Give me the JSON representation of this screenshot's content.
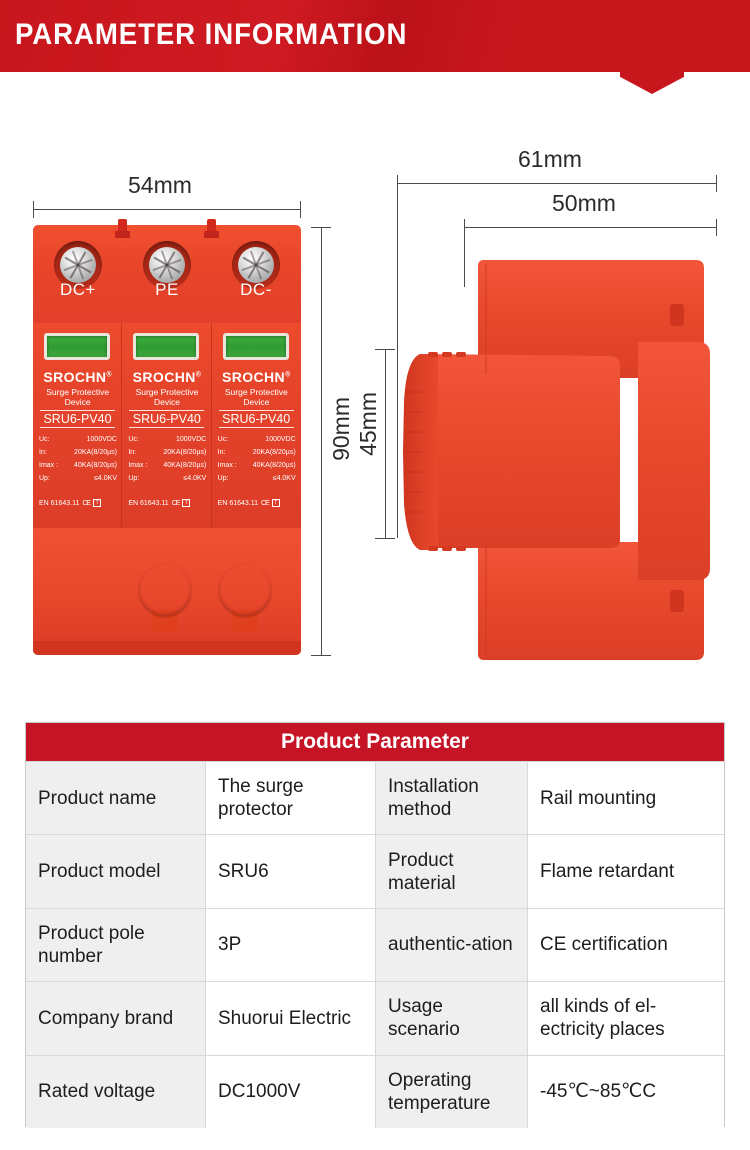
{
  "banner": {
    "title": "PARAMETER  INFORMATION",
    "color": "#c8161d"
  },
  "diagram": {
    "front_view": {
      "width_dim": "54mm",
      "height_dim": "90mm",
      "terminals": [
        {
          "label": "DC+"
        },
        {
          "label": "PE"
        },
        {
          "label": "DC-"
        }
      ],
      "poles": [
        {
          "brand": "SROCHN",
          "brand_mark": "®",
          "subtitle_line1": "Surge Protective",
          "subtitle_line2": "Device",
          "model": "SRU6-PV40",
          "specs": [
            {
              "key": "Uc:",
              "value": "1000VDC"
            },
            {
              "key": "In:",
              "value": "20KA(8/20µs)"
            },
            {
              "key": "Imax :",
              "value": "40KA(8/20µs)"
            },
            {
              "key": "Up:",
              "value": "≤4.0KV"
            }
          ],
          "standard": "EN 61643.11",
          "marks": [
            "CE",
            "TUV"
          ]
        },
        {
          "brand": "SROCHN",
          "brand_mark": "®",
          "subtitle_line1": "Surge Protective",
          "subtitle_line2": "Device",
          "model": "SRU6-PV40",
          "specs": [
            {
              "key": "Uc:",
              "value": "1000VDC"
            },
            {
              "key": "In:",
              "value": "20KA(8/20µs)"
            },
            {
              "key": "Imax :",
              "value": "40KA(8/20µs)"
            },
            {
              "key": "Up:",
              "value": "≤4.0KV"
            }
          ],
          "standard": "EN 61643.11",
          "marks": [
            "CE",
            "TUV"
          ]
        },
        {
          "brand": "SROCHN",
          "brand_mark": "®",
          "subtitle_line1": "Surge Protective",
          "subtitle_line2": "Device",
          "model": "SRU6-PV40",
          "specs": [
            {
              "key": "Uc:",
              "value": "1000VDC"
            },
            {
              "key": "In:",
              "value": "20KA(8/20µs)"
            },
            {
              "key": "Imax :",
              "value": "40KA(8/20µs)"
            },
            {
              "key": "Up:",
              "value": "≤4.0KV"
            }
          ],
          "standard": "EN 61643.11",
          "marks": [
            "CE",
            "TUV"
          ]
        }
      ]
    },
    "side_view": {
      "outer_width_dim": "61mm",
      "inner_width_dim": "50mm",
      "height_dim": "45mm"
    },
    "body_color": "#e8452a"
  },
  "table": {
    "title": "Product Parameter",
    "header_color": "#c41425",
    "rows": [
      {
        "label1": "Product name",
        "value1": "The surge protector",
        "label2": "Installation method",
        "value2": "Rail mounting"
      },
      {
        "label1": "Product model",
        "value1": "SRU6",
        "label2": "Product material",
        "value2": "Flame retardant"
      },
      {
        "label1": "Product pole number",
        "value1": "3P",
        "label2": "authentic-ation",
        "value2": "CE certification"
      },
      {
        "label1": "Company brand",
        "value1": "Shuorui Electric",
        "label2": "Usage scenario",
        "value2": "all kinds of el-ectricity places"
      },
      {
        "label1": "Rated voltage",
        "value1": "DC1000V",
        "label2": "Operating temperature",
        "value2": "-45℃~85℃C"
      }
    ]
  }
}
